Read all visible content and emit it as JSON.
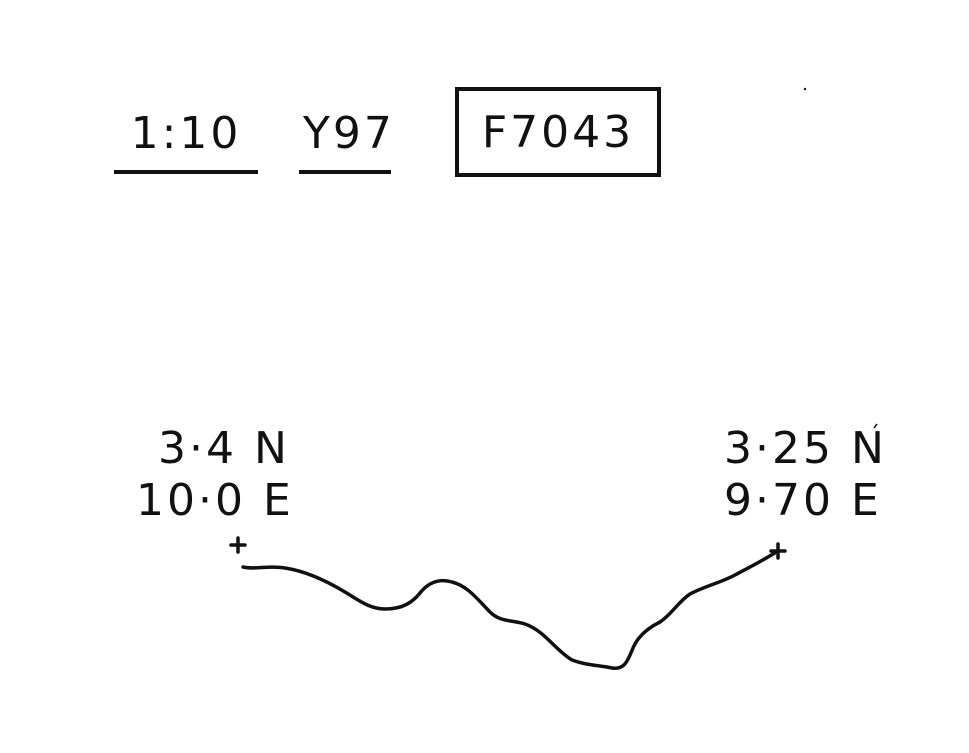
{
  "header": {
    "scale": "1:10",
    "code": "Y97",
    "reference": "F7043"
  },
  "start_point": {
    "lat": "3·4 N",
    "lon": "10·0 E"
  },
  "end_point": {
    "lat": "3·25 N",
    "lon": "9·70 E"
  },
  "colors": {
    "ink": "#111111",
    "background": "#ffffff"
  }
}
